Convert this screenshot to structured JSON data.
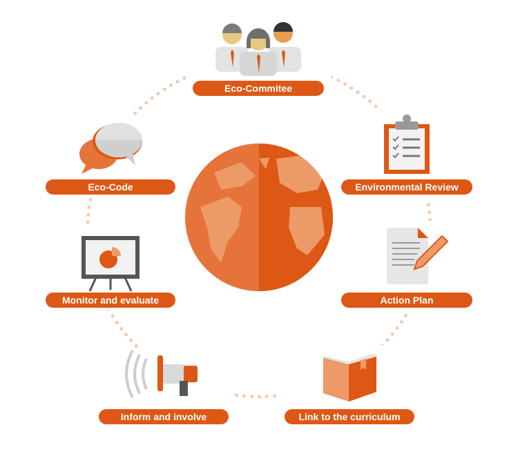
{
  "colors": {
    "accent": "#dd5815",
    "light": "#ec9a68",
    "mid": "#e6733a",
    "grey": "#d9d9d9"
  },
  "steps": [
    {
      "label": "Eco-Commitee",
      "icon": "people-icon"
    },
    {
      "label": "Environmental Review",
      "icon": "clipboard-checklist-icon"
    },
    {
      "label": "Action Plan",
      "icon": "document-pencil-icon"
    },
    {
      "label": "Link to the curriculum",
      "icon": "open-book-icon"
    },
    {
      "label": "Inform and involve",
      "icon": "megaphone-icon"
    },
    {
      "label": "Monitor and evaluate",
      "icon": "presentation-board-icon"
    },
    {
      "label": "Eco-Code",
      "icon": "speech-bubbles-icon"
    }
  ]
}
